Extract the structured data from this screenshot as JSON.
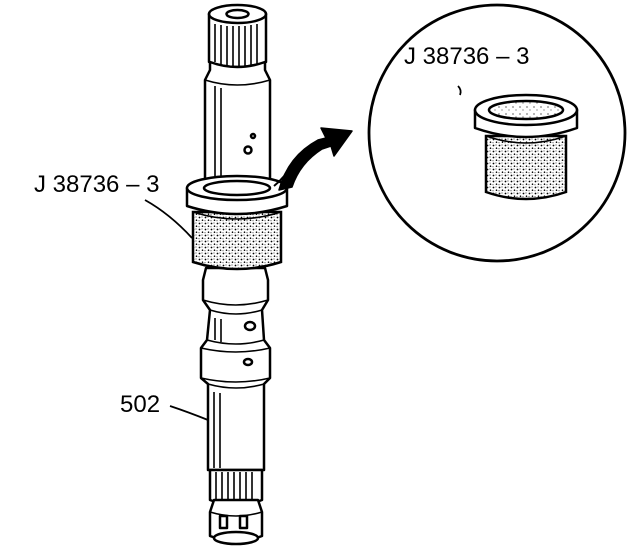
{
  "labels": {
    "tool_main": "J 38736 – 3",
    "tool_detail": "J 38736 – 3",
    "shaft_part": "502"
  },
  "colors": {
    "ink": "#000000",
    "paper": "#ffffff"
  }
}
